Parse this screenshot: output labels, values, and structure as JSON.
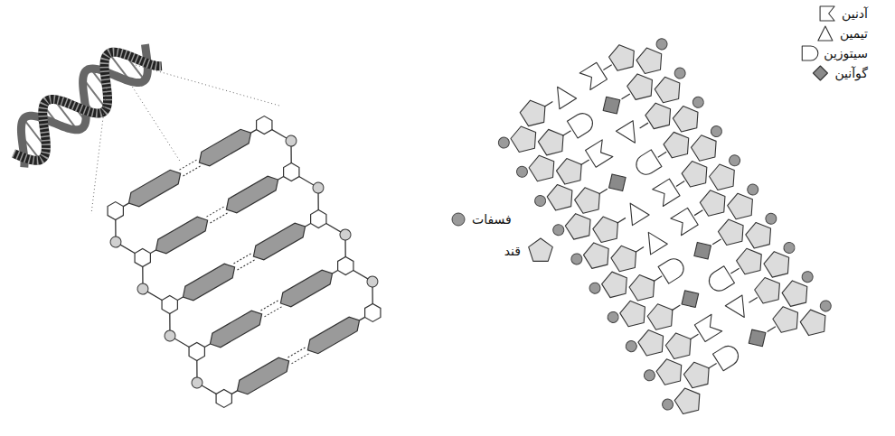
{
  "diagram": {
    "legend": [
      {
        "text": "آدنین"
      },
      {
        "text": "تیمین"
      },
      {
        "text": "سیتوزین"
      },
      {
        "text": "گوآنین"
      },
      {
        "text": "فسفات"
      },
      {
        "text": "قند"
      }
    ]
  }
}
